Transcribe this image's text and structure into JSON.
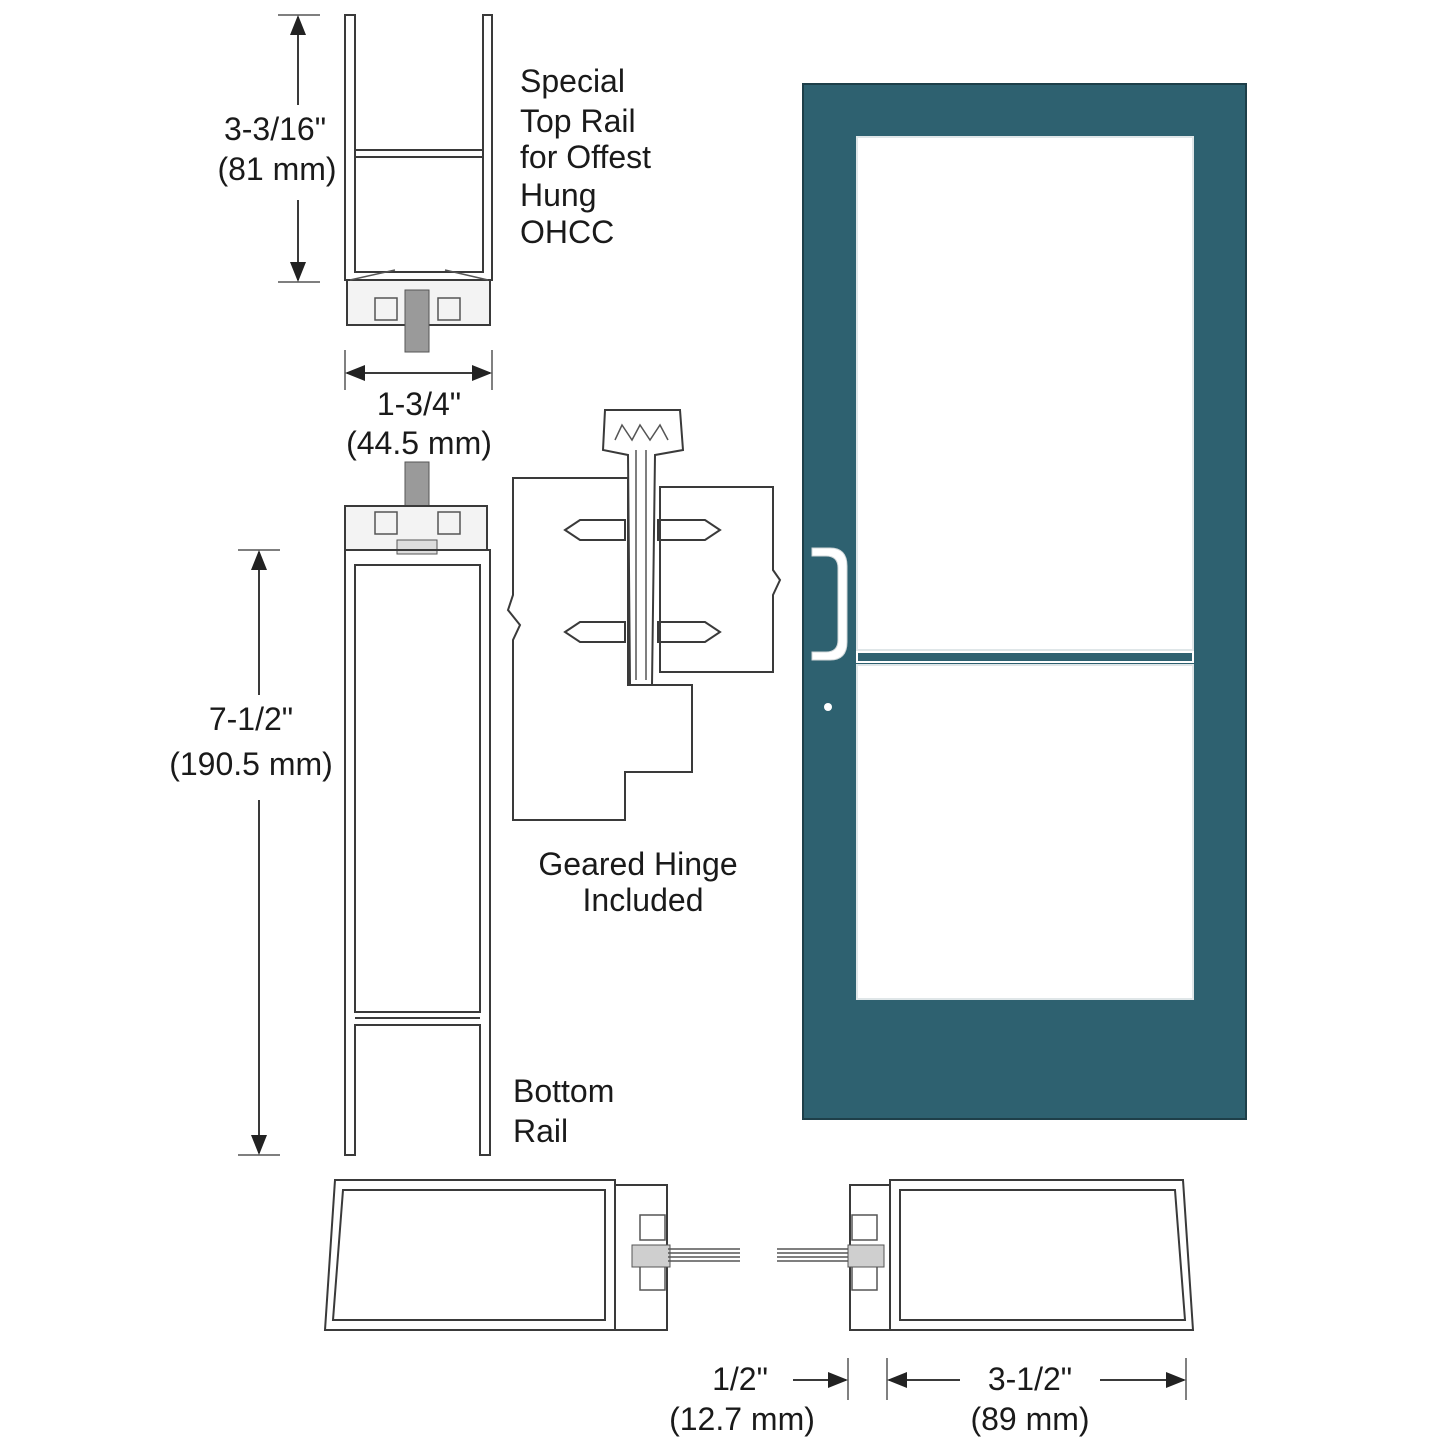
{
  "labels": {
    "top_height_in": "3-3/16\"",
    "top_height_mm": "(81 mm)",
    "top_rail_title": [
      "Special",
      "Top Rail",
      "for Offest",
      "Hung",
      "OHCC"
    ],
    "depth_in": "1-3/4\"",
    "depth_mm": "(44.5 mm)",
    "bottom_height_in": "7-1/2\"",
    "bottom_height_mm": "(190.5 mm)",
    "bottom_rail_title": [
      "Bottom",
      "Rail"
    ],
    "hinge_title": [
      "Geared Hinge",
      "Included"
    ],
    "stile_in": "1/2\"",
    "stile_mm": "(12.7 mm)",
    "frame_in": "3-1/2\"",
    "frame_mm": "(89 mm)"
  },
  "colors": {
    "door_finish": "#2e6170",
    "line": "#3a3a3a",
    "glass": "#ffffff"
  }
}
